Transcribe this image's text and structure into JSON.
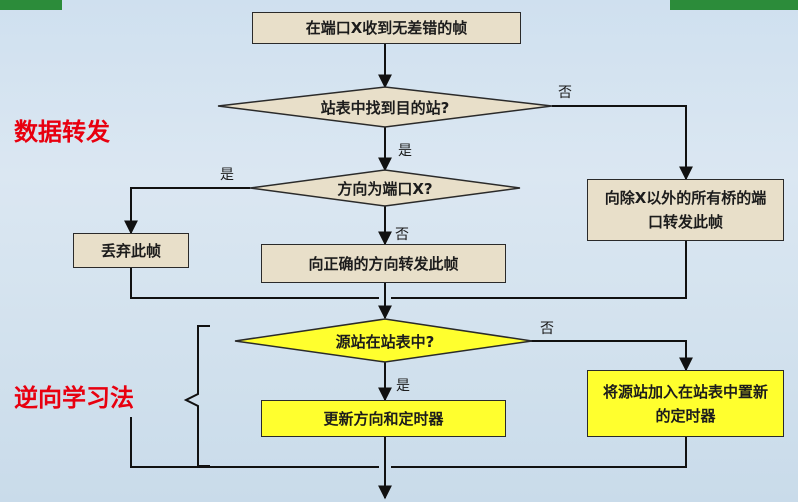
{
  "section_labels": {
    "forwarding": "数据转发",
    "learning": "逆向学习法"
  },
  "nodes": {
    "start": "在端口X收到无差错的帧",
    "lookup": "站表中找到目的站?",
    "direction": "方向为端口X?",
    "drop": "丢弃此帧",
    "forward_correct": "向正确的方向转发此帧",
    "flood": "向除X以外的所有桥的端口转发此帧",
    "source_check": "源站在站表中?",
    "update": "更新方向和定时器",
    "add_entry": "将源站加入在站表中置新的定时器"
  },
  "edges": {
    "lookup_yes": "是",
    "lookup_no": "否",
    "direction_yes": "是",
    "direction_no": "否",
    "source_yes": "是",
    "source_no": "否"
  },
  "colors": {
    "box_fill": "#e8dfc9",
    "highlight_fill": "#ffff2e",
    "label_red": "#e8000f",
    "corner_green": "#2c8c3a"
  }
}
